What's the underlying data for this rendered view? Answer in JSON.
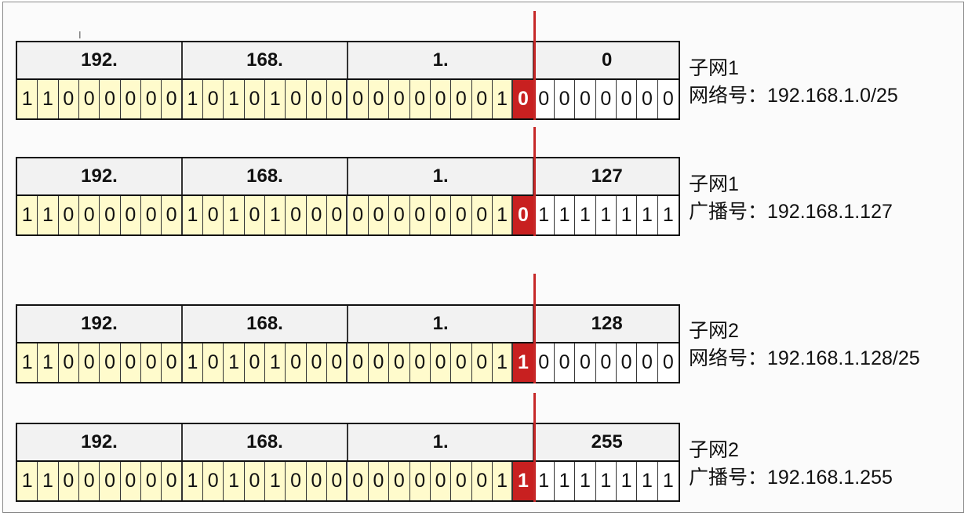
{
  "blocks": [
    {
      "octets": [
        "192.",
        "168.",
        "1.",
        "0"
      ],
      "bits": "11000000101010000000000100000000",
      "title": "子网1",
      "detail": "网络号：192.168.1.0/25"
    },
    {
      "octets": [
        "192.",
        "168.",
        "1.",
        "127"
      ],
      "bits": "11000000101010000000000101111111",
      "title": "子网1",
      "detail": "广播号：192.168.1.127"
    },
    {
      "octets": [
        "192.",
        "168.",
        "1.",
        "128"
      ],
      "bits": "11000000101010000000000110000000",
      "title": "子网2",
      "detail": "网络号：192.168.1.128/25"
    },
    {
      "octets": [
        "192.",
        "168.",
        "1.",
        "255"
      ],
      "bits": "11000000101010000000000111111111",
      "title": "子网2",
      "detail": "广播号：192.168.1.255"
    }
  ],
  "colors": {
    "prefix_bits": "#fffbcc",
    "host_bits": "#ffffff",
    "subnet_bit": "#c82020",
    "divider": "#c62828"
  }
}
